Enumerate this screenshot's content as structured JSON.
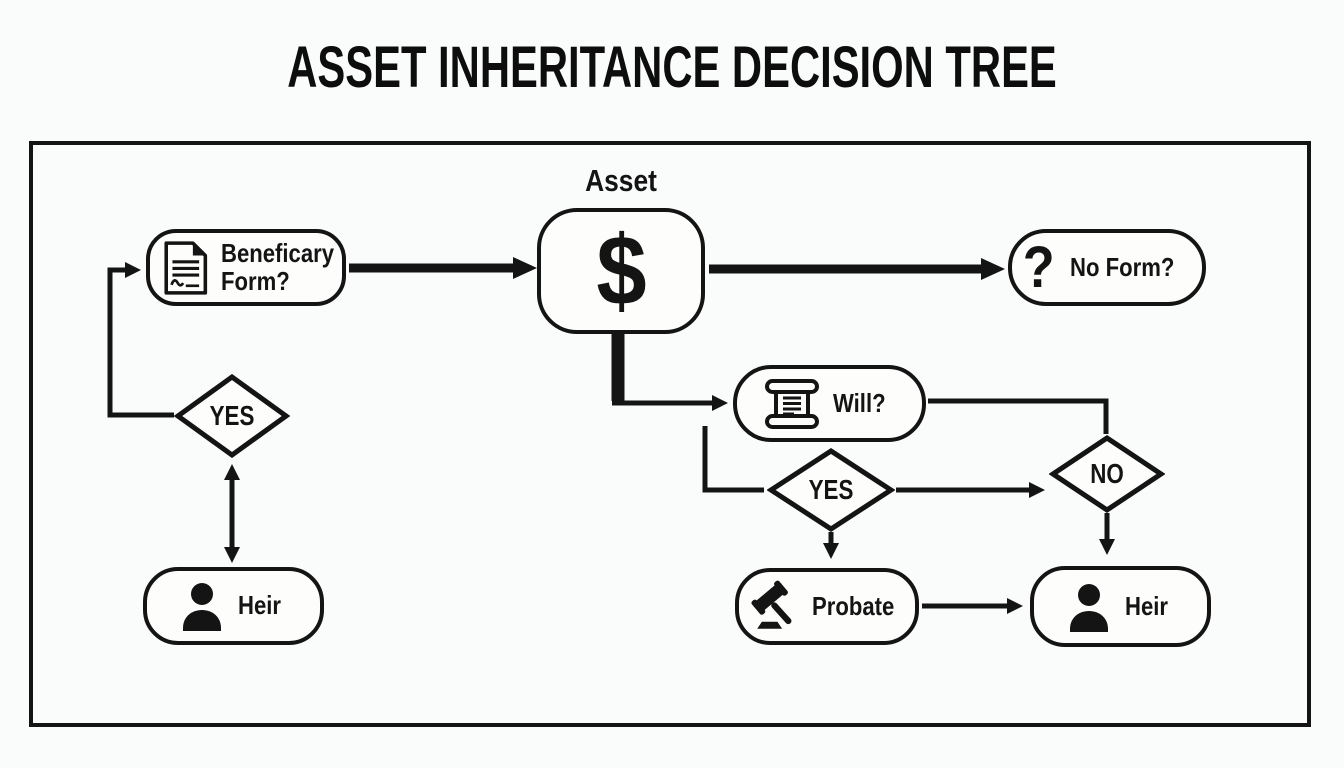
{
  "title": "ASSET INHERITANCE DECISION TREE",
  "colors": {
    "ink": "#141414",
    "background": "#fafbfb",
    "node_fill": "#fdfdfc"
  },
  "nodes": {
    "beneficiary_form": {
      "label": "Beneficary Form?",
      "icon": "document-signature-icon"
    },
    "asset": {
      "label": "Asset",
      "symbol": "$"
    },
    "no_form": {
      "label": "No Form?",
      "icon": "question-mark-icon",
      "icon_glyph": "?"
    },
    "will": {
      "label": "Will?",
      "icon": "scroll-icon"
    },
    "decision_yes_left": {
      "label": "YES"
    },
    "decision_yes_middle": {
      "label": "YES"
    },
    "decision_no": {
      "label": "NO"
    },
    "heir_left": {
      "label": "Heir",
      "icon": "person-icon"
    },
    "probate": {
      "label": "Probate",
      "icon": "gavel-icon"
    },
    "heir_right": {
      "label": "Heir",
      "icon": "person-icon"
    }
  }
}
